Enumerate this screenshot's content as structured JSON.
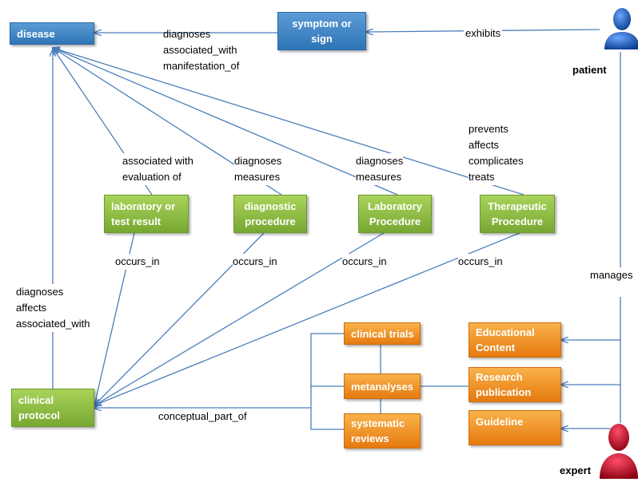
{
  "nodes": {
    "disease": "disease",
    "symptom": [
      "symptom or",
      "sign"
    ],
    "lab_result": [
      "laboratory or",
      "test result"
    ],
    "diag_proc": [
      "diagnostic",
      "procedure"
    ],
    "lab_proc": [
      "Laboratory",
      "Procedure"
    ],
    "ther_proc": [
      "Therapeutic",
      "Procedure"
    ],
    "clinical_protocol": [
      "clinical",
      "protocol"
    ],
    "clinical_trials": "clinical trials",
    "metanalyses": "metanalyses",
    "systematic_reviews": [
      "systematic",
      "reviews"
    ],
    "educational_content": [
      "Educational",
      "Content"
    ],
    "research_publication": [
      "Research",
      "publication"
    ],
    "guideline": "Guideline"
  },
  "actors": {
    "patient": "patient",
    "expert": "expert"
  },
  "edge_labels": {
    "symptom_disease": [
      "diagnoses",
      "associated_with",
      "manifestation_of"
    ],
    "patient_symptom": "exhibits",
    "lab_result_disease": [
      "associated with",
      "evaluation of"
    ],
    "diag_proc_disease": [
      "diagnoses",
      "measures"
    ],
    "lab_proc_disease": [
      "diagnoses",
      "measures"
    ],
    "ther_proc_disease": [
      "prevents",
      "affects",
      "complicates",
      "treats"
    ],
    "occurs_in_1": "occurs_in",
    "occurs_in_2": "occurs_in",
    "occurs_in_3": "occurs_in",
    "occurs_in_4": "occurs_in",
    "protocol_disease": [
      "diagnoses",
      "affects",
      "associated_with"
    ],
    "conceptual_part_of": "conceptual_part_of",
    "manages": "manages"
  },
  "colors": {
    "edge": "#4a7ebb",
    "blue_node": "#2e75b6",
    "green_node": "#77a832",
    "orange_node": "#e57a0f",
    "patient_figure": "#1f5fb0",
    "expert_figure": "#c00018"
  },
  "icons": {
    "patient": "person-bust-blue-icon",
    "expert": "person-bust-red-icon"
  }
}
